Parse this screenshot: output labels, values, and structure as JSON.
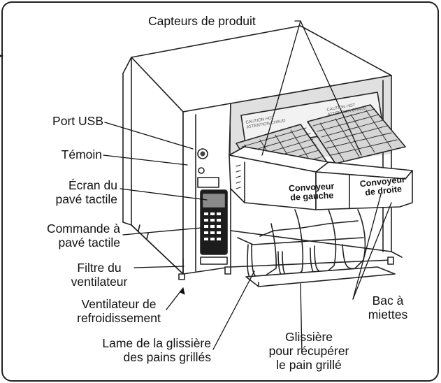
{
  "labels": {
    "product_sensors": "Capteurs de produit",
    "usb_port": "Port USB",
    "indicator": "Témoin",
    "touch_screen_1": "Écran du",
    "touch_screen_2": "pavé tactile",
    "touch_control_1": "Commande à",
    "touch_control_2": "pavé tactile",
    "fan_filter_1": "Filtre du",
    "fan_filter_2": "ventilateur",
    "cooling_fan_1": "Ventilateur de",
    "cooling_fan_2": "refroidissement",
    "chute_blade_1": "Lame de la glissière",
    "chute_blade_2": "des pains grillés",
    "collection_chute_1": "Glissière",
    "collection_chute_2": "pour récupérer",
    "collection_chute_3": "le pain grillé",
    "crumb_tray_1": "Bac à",
    "crumb_tray_2": "miettes"
  },
  "conveyors": {
    "left_1": "Convoyeur",
    "left_2": "de gauche",
    "right_1": "Convoyeur",
    "right_2": "de droite"
  },
  "caution": {
    "line1": "CAUTION HOT",
    "line2": "ATTENTION CHAUD"
  },
  "colors": {
    "ink": "#111111",
    "frame": "#222222",
    "panel_dark": "#1c1c1c",
    "shade": "#d4d4d4"
  }
}
